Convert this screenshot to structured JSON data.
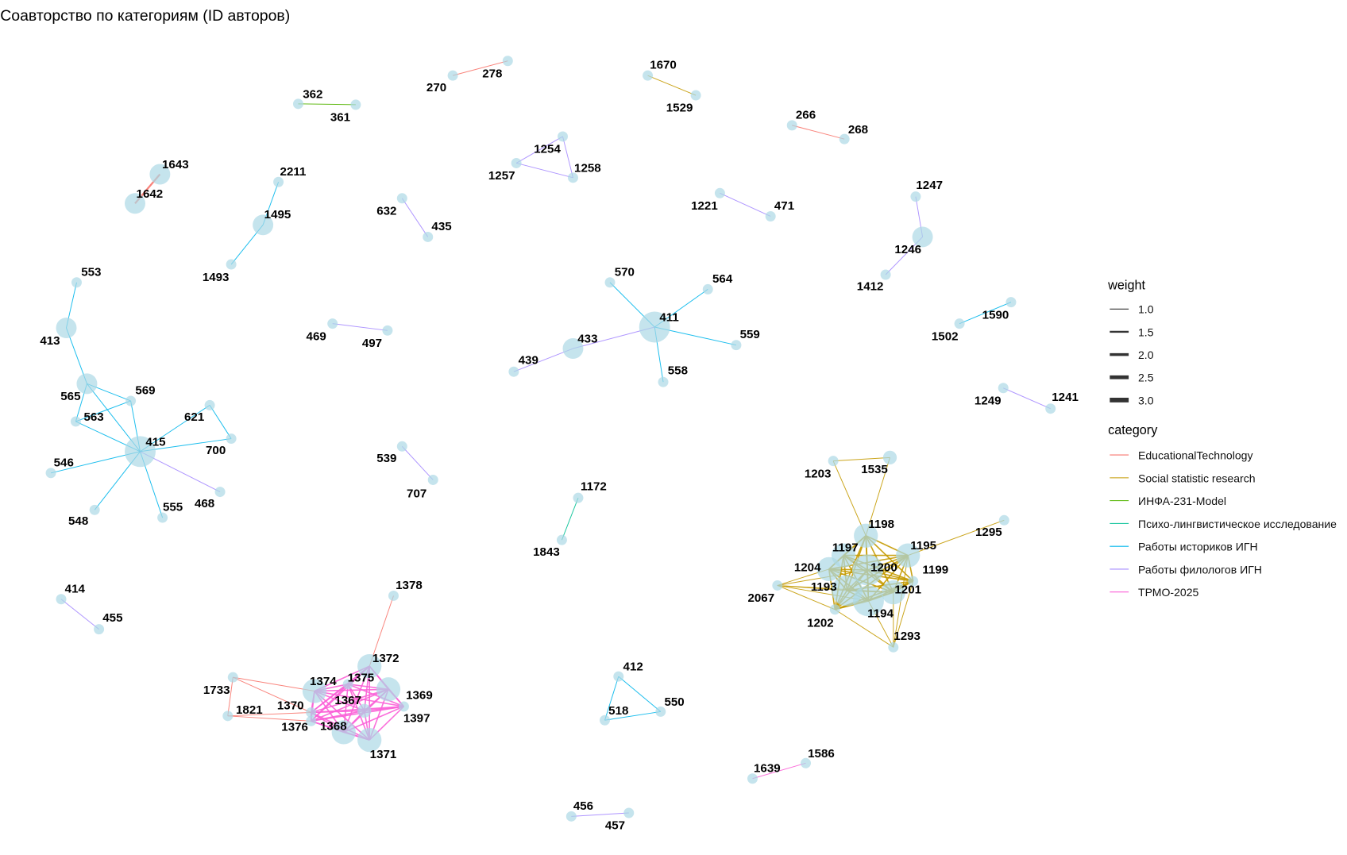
{
  "chart_data": {
    "type": "network",
    "title": "Соавторство по категориям (ID авторов)",
    "legend_position": "right",
    "weight_legend": {
      "title": "weight",
      "values": [
        "1.0",
        "1.5",
        "2.0",
        "2.5",
        "3.0"
      ]
    },
    "category_legend": {
      "title": "category",
      "items": [
        {
          "name": "EducationalTechnology",
          "color": "#F8766D"
        },
        {
          "name": "Social statistic research",
          "color": "#C49A00"
        },
        {
          "name": "ИНФА-231-Model",
          "color": "#53B400"
        },
        {
          "name": "Психо-лингвистическое исследование",
          "color": "#00C094"
        },
        {
          "name": "Работы историков ИГН",
          "color": "#00B6EB"
        },
        {
          "name": "Работы филологов ИГН",
          "color": "#A58AFF"
        },
        {
          "name": "ТРМО-2025",
          "color": "#FB61D7"
        }
      ]
    },
    "nodes": [
      "270",
      "278",
      "1670",
      "1529",
      "362",
      "361",
      "266",
      "268",
      "1643",
      "1642",
      "2211",
      "1495",
      "1493",
      "1254",
      "1257",
      "1258",
      "632",
      "435",
      "1221",
      "471",
      "1247",
      "1246",
      "1412",
      "553",
      "413",
      "565",
      "569",
      "563",
      "621",
      "700",
      "415",
      "546",
      "548",
      "555",
      "468",
      "469",
      "497",
      "570",
      "564",
      "411",
      "559",
      "558",
      "433",
      "439",
      "1502",
      "1590",
      "1249",
      "1241",
      "539",
      "707",
      "1172",
      "1843",
      "414",
      "455",
      "1203",
      "1535",
      "1198",
      "1197",
      "1195",
      "1295",
      "1204",
      "1200",
      "1199",
      "2067",
      "1193",
      "1201",
      "1202",
      "1194",
      "1293",
      "1378",
      "1372",
      "1733",
      "1821",
      "1374",
      "1375",
      "1369",
      "1370",
      "1367",
      "1397",
      "1368",
      "1376",
      "1371",
      "412",
      "518",
      "550",
      "1639",
      "1586",
      "456",
      "457"
    ],
    "edges": [
      {
        "s": "270",
        "t": "278",
        "c": 0,
        "w": 1
      },
      {
        "s": "1670",
        "t": "1529",
        "c": 1,
        "w": 1
      },
      {
        "s": "362",
        "t": "361",
        "c": 2,
        "w": 1
      },
      {
        "s": "266",
        "t": "268",
        "c": 0,
        "w": 1
      },
      {
        "s": "1643",
        "t": "1642",
        "c": 0,
        "w": 2
      },
      {
        "s": "2211",
        "t": "1495",
        "c": 4,
        "w": 1
      },
      {
        "s": "1495",
        "t": "1493",
        "c": 4,
        "w": 1
      },
      {
        "s": "1254",
        "t": "1257",
        "c": 5,
        "w": 1
      },
      {
        "s": "1254",
        "t": "1258",
        "c": 5,
        "w": 1
      },
      {
        "s": "1257",
        "t": "1258",
        "c": 5,
        "w": 1
      },
      {
        "s": "632",
        "t": "435",
        "c": 5,
        "w": 1
      },
      {
        "s": "1221",
        "t": "471",
        "c": 5,
        "w": 1
      },
      {
        "s": "1247",
        "t": "1246",
        "c": 5,
        "w": 1
      },
      {
        "s": "1246",
        "t": "1412",
        "c": 5,
        "w": 1
      },
      {
        "s": "553",
        "t": "413",
        "c": 4,
        "w": 1
      },
      {
        "s": "413",
        "t": "565",
        "c": 4,
        "w": 1
      },
      {
        "s": "565",
        "t": "569",
        "c": 4,
        "w": 1
      },
      {
        "s": "565",
        "t": "563",
        "c": 4,
        "w": 1
      },
      {
        "s": "565",
        "t": "415",
        "c": 4,
        "w": 1
      },
      {
        "s": "569",
        "t": "563",
        "c": 4,
        "w": 1
      },
      {
        "s": "569",
        "t": "415",
        "c": 4,
        "w": 1
      },
      {
        "s": "563",
        "t": "415",
        "c": 4,
        "w": 1
      },
      {
        "s": "621",
        "t": "700",
        "c": 4,
        "w": 1
      },
      {
        "s": "621",
        "t": "415",
        "c": 4,
        "w": 1
      },
      {
        "s": "700",
        "t": "415",
        "c": 4,
        "w": 1
      },
      {
        "s": "546",
        "t": "415",
        "c": 4,
        "w": 1
      },
      {
        "s": "548",
        "t": "415",
        "c": 4,
        "w": 1
      },
      {
        "s": "555",
        "t": "415",
        "c": 4,
        "w": 1
      },
      {
        "s": "415",
        "t": "468",
        "c": 5,
        "w": 1
      },
      {
        "s": "469",
        "t": "497",
        "c": 5,
        "w": 1
      },
      {
        "s": "570",
        "t": "411",
        "c": 4,
        "w": 1
      },
      {
        "s": "564",
        "t": "411",
        "c": 4,
        "w": 1
      },
      {
        "s": "559",
        "t": "411",
        "c": 4,
        "w": 1
      },
      {
        "s": "558",
        "t": "411",
        "c": 4,
        "w": 1
      },
      {
        "s": "433",
        "t": "411",
        "c": 5,
        "w": 1
      },
      {
        "s": "439",
        "t": "433",
        "c": 5,
        "w": 1
      },
      {
        "s": "1502",
        "t": "1590",
        "c": 4,
        "w": 1
      },
      {
        "s": "1249",
        "t": "1241",
        "c": 5,
        "w": 1
      },
      {
        "s": "539",
        "t": "707",
        "c": 5,
        "w": 1
      },
      {
        "s": "1172",
        "t": "1843",
        "c": 3,
        "w": 1
      },
      {
        "s": "414",
        "t": "455",
        "c": 5,
        "w": 1
      },
      {
        "s": "1203",
        "t": "1535",
        "c": 1,
        "w": 1
      },
      {
        "s": "1203",
        "t": "1198",
        "c": 1,
        "w": 1
      },
      {
        "s": "1535",
        "t": "1198",
        "c": 1,
        "w": 1
      },
      {
        "s": "1195",
        "t": "1295",
        "c": 1,
        "w": 1
      },
      {
        "s": "2067",
        "t": "1204",
        "c": 1,
        "w": 1
      },
      {
        "s": "2067",
        "t": "1193",
        "c": 1,
        "w": 1
      },
      {
        "s": "2067",
        "t": "1200",
        "c": 1,
        "w": 1
      },
      {
        "s": "2067",
        "t": "1201",
        "c": 1,
        "w": 1
      },
      {
        "s": "2067",
        "t": "1194",
        "c": 1,
        "w": 1
      },
      {
        "s": "2067",
        "t": "1202",
        "c": 1,
        "w": 1
      },
      {
        "s": "1293",
        "t": "1195",
        "c": 1,
        "w": 1
      },
      {
        "s": "1293",
        "t": "1199",
        "c": 1,
        "w": 1
      },
      {
        "s": "1293",
        "t": "1201",
        "c": 1,
        "w": 1
      },
      {
        "s": "1293",
        "t": "1194",
        "c": 1,
        "w": 1
      },
      {
        "s": "1293",
        "t": "1202",
        "c": 1,
        "w": 1
      },
      {
        "s": "1378",
        "t": "1372",
        "c": 0,
        "w": 1
      },
      {
        "s": "1733",
        "t": "1374",
        "c": 0,
        "w": 1
      },
      {
        "s": "1733",
        "t": "1370",
        "c": 0,
        "w": 1
      },
      {
        "s": "1733",
        "t": "1821",
        "c": 0,
        "w": 1
      },
      {
        "s": "1821",
        "t": "1370",
        "c": 0,
        "w": 1
      },
      {
        "s": "1821",
        "t": "1376",
        "c": 0,
        "w": 1
      },
      {
        "s": "412",
        "t": "518",
        "c": 4,
        "w": 1
      },
      {
        "s": "412",
        "t": "550",
        "c": 4,
        "w": 1
      },
      {
        "s": "518",
        "t": "550",
        "c": 4,
        "w": 1
      },
      {
        "s": "1639",
        "t": "1586",
        "c": 6,
        "w": 1
      },
      {
        "s": "456",
        "t": "457",
        "c": 5,
        "w": 1
      }
    ],
    "cliques": [
      {
        "nodes": [
          "1198",
          "1197",
          "1195",
          "1204",
          "1200",
          "1199",
          "1193",
          "1201",
          "1202",
          "1194"
        ],
        "c": 1,
        "w": 1.5
      },
      {
        "nodes": [
          "1372",
          "1374",
          "1375",
          "1369",
          "1370",
          "1367",
          "1397",
          "1368",
          "1376",
          "1371"
        ],
        "c": 6,
        "w": 1.5
      }
    ]
  }
}
